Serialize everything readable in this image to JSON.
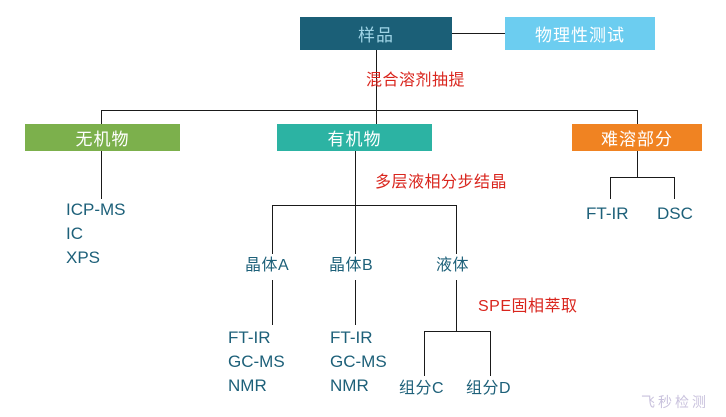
{
  "diagram": {
    "title_boxes": {
      "sample": "样品",
      "physical_test": "物理性测试",
      "inorganic": "无机物",
      "organic": "有机物",
      "insoluble": "难溶部分"
    },
    "annotations": {
      "extraction": "混合溶剂抽提",
      "crystallization": "多层液相分步结晶",
      "spe": "SPE固相萃取"
    },
    "branch_labels": {
      "crystal_a": "晶体A",
      "crystal_b": "晶体B",
      "liquid": "液体",
      "component_c": "组分C",
      "component_d": "组分D"
    },
    "methods": {
      "inorganic": [
        "ICP-MS",
        "IC",
        "XPS"
      ],
      "crystal_a": [
        "FT-IR",
        "GC-MS",
        "NMR"
      ],
      "crystal_b": [
        "FT-IR",
        "GC-MS",
        "NMR"
      ],
      "insoluble_left": "FT-IR",
      "insoluble_right": "DSC"
    },
    "watermark": "飞秒检测",
    "colors": {
      "sample_bg": "#1b5f77",
      "sample_text": "#9fd4e6",
      "physical_bg": "#6ccdf0",
      "inorganic_bg": "#7cb04c",
      "organic_bg": "#2cb3a3",
      "insoluble_bg": "#f08322",
      "text_teal": "#1d6079",
      "annotation_red": "#d9251d",
      "line": "#1a1a1a",
      "watermark": "#c9c2dd"
    }
  }
}
